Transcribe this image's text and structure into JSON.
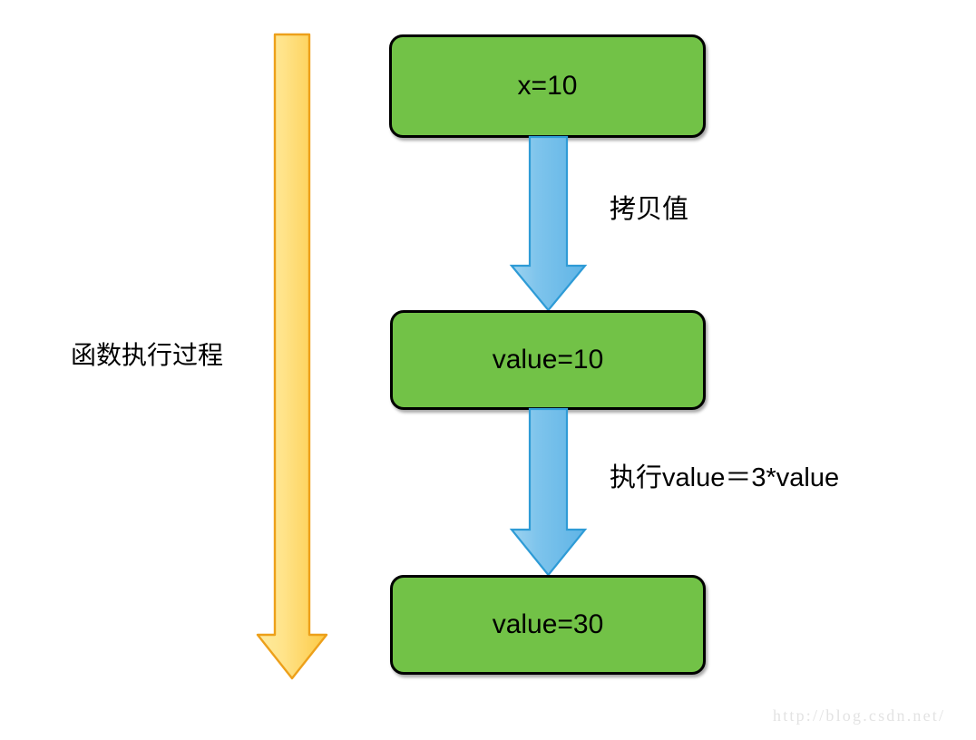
{
  "diagram": {
    "title_text": "函数执行过程",
    "background_color": "#ffffff",
    "nodes": [
      {
        "id": "node-x",
        "label": "x=10"
      },
      {
        "id": "node-value-in",
        "label": "value=10"
      },
      {
        "id": "node-value-out",
        "label": "value=30"
      }
    ],
    "edges": [
      {
        "id": "edge-copy",
        "label": "拷贝值",
        "from": "node-x",
        "to": "node-value-in",
        "color": "#7ec4ec"
      },
      {
        "id": "edge-exec",
        "label": "执行value＝3*value",
        "from": "node-value-in",
        "to": "node-value-out",
        "color": "#7ec4ec"
      }
    ],
    "flow_arrow": {
      "label": "函数执行过程",
      "fill_color": "#ffd966",
      "border_color": "#e8960c",
      "direction": "down"
    },
    "colors": {
      "node_fill": "#72c247",
      "node_border": "#000000",
      "arrow_fill": "#7ec4ec",
      "arrow_border": "#2e9bd6",
      "text": "#000000",
      "watermark": "#e3e3e3"
    }
  },
  "watermark": {
    "text": "http://blog.csdn.net/"
  }
}
